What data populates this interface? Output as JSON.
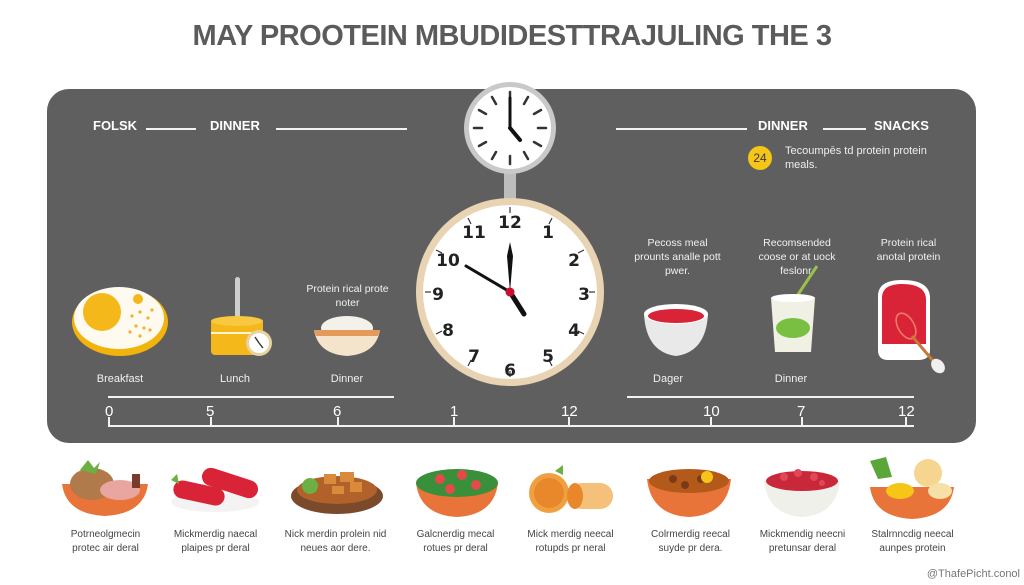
{
  "title": "MAY PROOTEIN MBUDIDESTTRAJULING THE 3",
  "header": {
    "left_label_1": "FOLSK",
    "left_label_2": "DINNER",
    "right_label_1": "DINNER",
    "right_label_2": "SNACKS"
  },
  "badge": {
    "value": "24",
    "text": "Tecoumpēs td protein protein meals.",
    "color": "#f5c518"
  },
  "notes": {
    "dinner_left": "Protein rical prote noter",
    "dager": "Pecoss meal prounts analle pott pwer.",
    "dinner_right": "Recomsended coose or at uock feslonr.",
    "snacks": "Protein rical anotal protein"
  },
  "meals_left": [
    {
      "label": "Breakfast",
      "icon": "fried-egg-icon"
    },
    {
      "label": "Lunch",
      "icon": "honey-jar-icon"
    },
    {
      "label": "Dinner",
      "icon": "rice-bowl-icon"
    }
  ],
  "meals_right": [
    {
      "label": "Dager",
      "icon": "red-soup-bowl-icon"
    },
    {
      "label": "Dinner",
      "icon": "smoothie-glass-icon"
    },
    {
      "label": "",
      "icon": "red-sauce-dish-icon"
    }
  ],
  "clock_small": {
    "time": "5:00",
    "icon": "wall-clock-icon"
  },
  "clock_large": {
    "time": "11:51",
    "numbers": [
      "12",
      "1",
      "2",
      "3",
      "4",
      "5",
      "6",
      "7",
      "8",
      "9",
      "10",
      "11"
    ],
    "icon": "analog-clock-icon"
  },
  "axis_left": {
    "ticks": [
      "0",
      "5",
      "6"
    ]
  },
  "axis_center": {
    "ticks": [
      "1",
      "12"
    ]
  },
  "axis_right": {
    "ticks": [
      "10",
      "7",
      "12"
    ]
  },
  "cards": [
    {
      "icon": "roast-meat-bowl-icon",
      "line1": "Potrneolgmecin",
      "line2": "protec air deral"
    },
    {
      "icon": "sausages-icon",
      "line1": "Mickmerdig naecal",
      "line2": "plaipes pr deral"
    },
    {
      "icon": "stir-fry-plate-icon",
      "line1": "Nick merdin prolein nid",
      "line2": "neues aor dere."
    },
    {
      "icon": "salad-bowl-icon",
      "line1": "Galcnerdig mecal",
      "line2": "rotues pr deral"
    },
    {
      "icon": "sliced-fruit-icon",
      "line1": "Mick merdig neecal",
      "line2": "rotupds pr neral"
    },
    {
      "icon": "curry-bowl-icon",
      "line1": "Colrmerdig reecal",
      "line2": "suyde pr dera."
    },
    {
      "icon": "berry-bowl-icon",
      "line1": "Mickmendig neecni",
      "line2": "pretunsar deral"
    },
    {
      "icon": "fruit-bowl-icon",
      "line1": "Stalrnncdig neecal",
      "line2": "aunpes protein"
    }
  ],
  "footer": "@ThafePicht.conol"
}
